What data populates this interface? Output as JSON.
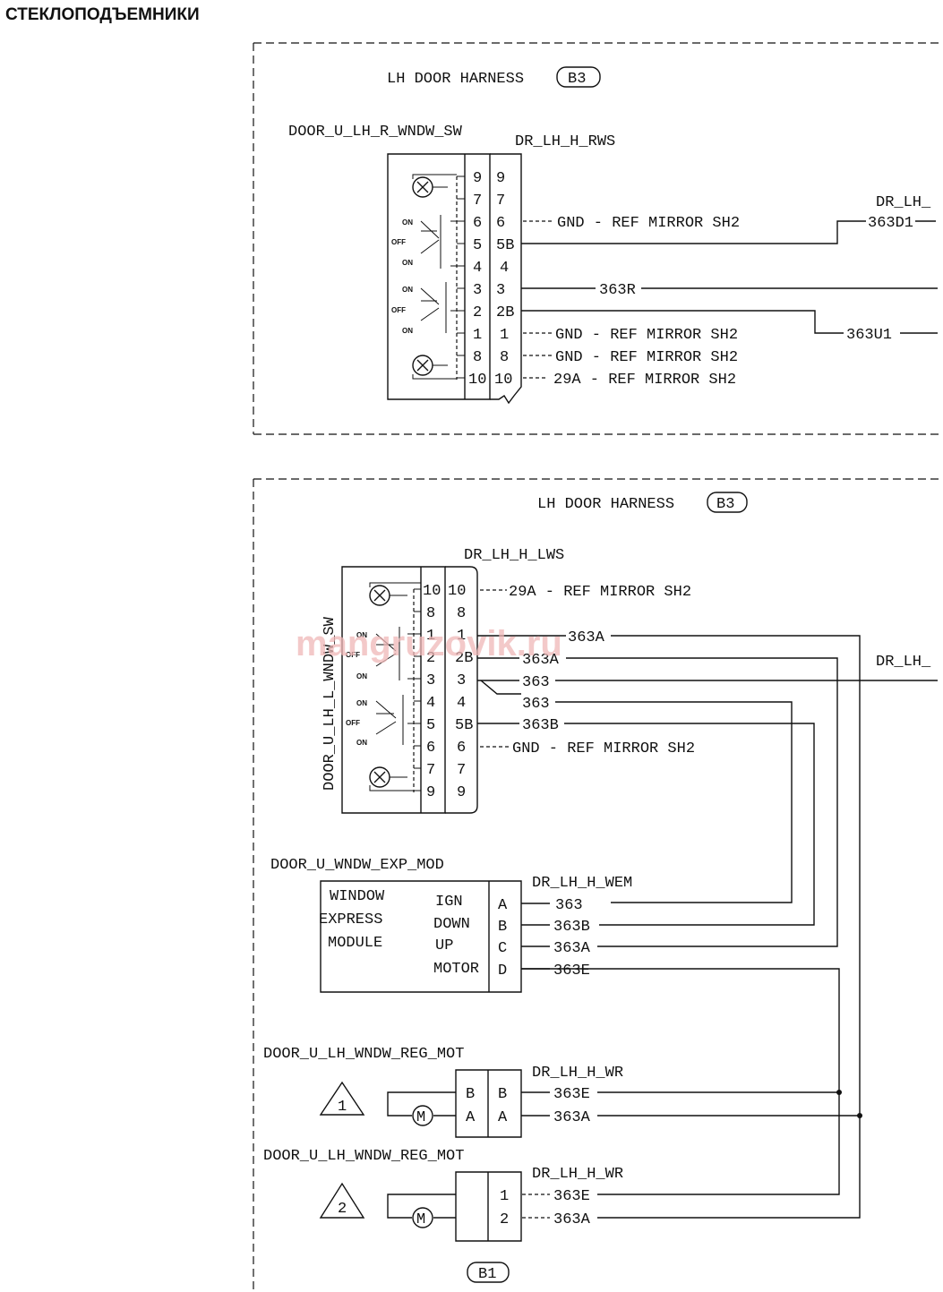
{
  "page_title": "СТЕКЛОПОДЪЕМНИКИ",
  "watermark": "mangruzovik.ru",
  "top_panel": {
    "harness_label": "LH DOOR HARNESS",
    "harness_badge": "B3",
    "switch_name": "DOOR_U_LH_R_WNDW_SW",
    "connector_name": "DR_LH_H_RWS",
    "offpage_label": "DR_LH_",
    "switch_pins": [
      "9",
      "7",
      "6",
      "5",
      "4",
      "3",
      "2",
      "1",
      "8",
      "10"
    ],
    "connector_pins": [
      "9",
      "7",
      "6",
      "5B",
      "4",
      "3",
      "2B",
      "1",
      "8",
      "10"
    ],
    "switch_labels": [
      "ON",
      "OFF",
      "ON",
      "ON",
      "OFF",
      "ON"
    ],
    "circuits": [
      "GND - REF MIRROR SH2",
      "363D1",
      "363R",
      "363U1",
      "GND - REF MIRROR SH2",
      "GND - REF MIRROR SH2",
      "29A - REF MIRROR SH2"
    ]
  },
  "bottom_panel": {
    "harness_label": "LH DOOR HARNESS",
    "harness_badge": "B3",
    "switch_name": "DOOR_U_LH_L_WNDW_SW",
    "connector_name": "DR_LH_H_LWS",
    "offpage_label": "DR_LH_",
    "switch_pins": [
      "10",
      "8",
      "1",
      "2",
      "3",
      "4",
      "5",
      "6",
      "7",
      "9"
    ],
    "connector_pins": [
      "10",
      "8",
      "1",
      "2B",
      "3",
      "4",
      "5B",
      "6",
      "7",
      "9"
    ],
    "switch_labels": [
      "ON",
      "OFF",
      "ON",
      "ON",
      "OFF",
      "ON"
    ],
    "circuits": [
      "29A - REF MIRROR SH2",
      "363A",
      "363A",
      "363",
      "363",
      "363B",
      "GND - REF MIRROR SH2"
    ],
    "module": {
      "component_name": "DOOR_U_WNDW_EXP_MOD",
      "connector_name": "DR_LH_H_WEM",
      "title_lines": [
        "WINDOW",
        "EXPRESS",
        "MODULE"
      ],
      "functions": [
        "IGN",
        "DOWN",
        "UP",
        "MOTOR"
      ],
      "pins": [
        "A",
        "B",
        "C",
        "D"
      ],
      "circuits": [
        "363",
        "363B",
        "363A",
        "363E"
      ]
    },
    "motor1": {
      "component_name": "DOOR_U_LH_WNDW_REG_MOT",
      "connector_name": "DR_LH_H_WR",
      "note": "1",
      "motor_symbol": "M",
      "pins_left": [
        "B",
        "A"
      ],
      "pins_right": [
        "B",
        "A"
      ],
      "circuits": [
        "363E",
        "363A"
      ]
    },
    "motor2": {
      "component_name": "DOOR_U_LH_WNDW_REG_MOT",
      "connector_name": "DR_LH_H_WR",
      "note": "2",
      "motor_symbol": "M",
      "pins": [
        "1",
        "2"
      ],
      "circuits": [
        "363E",
        "363A"
      ]
    },
    "bottom_badge": "B1"
  }
}
